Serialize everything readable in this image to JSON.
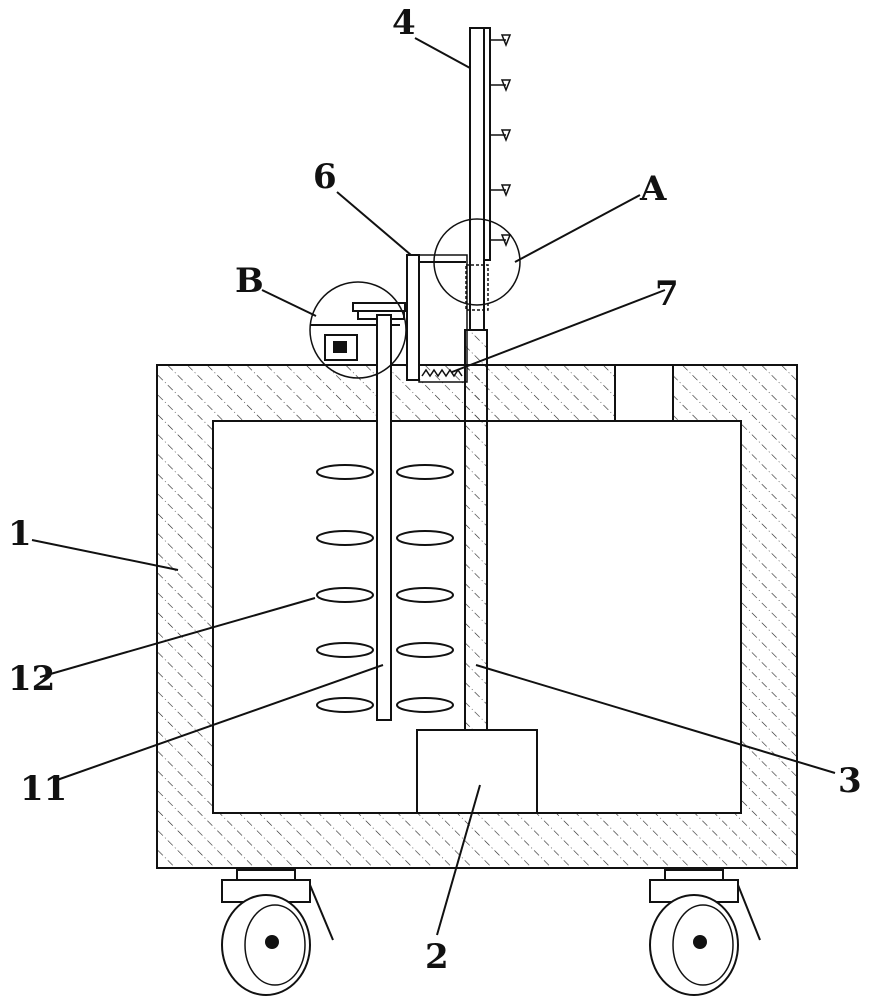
{
  "labels": {
    "l1": "1",
    "l2": "2",
    "l3": "3",
    "l4": "4",
    "l6": "6",
    "l7": "7",
    "l11": "11",
    "l12": "12",
    "lA": "A",
    "lB": "B"
  },
  "colors": {
    "stroke": "#111111",
    "background": "#ffffff"
  }
}
